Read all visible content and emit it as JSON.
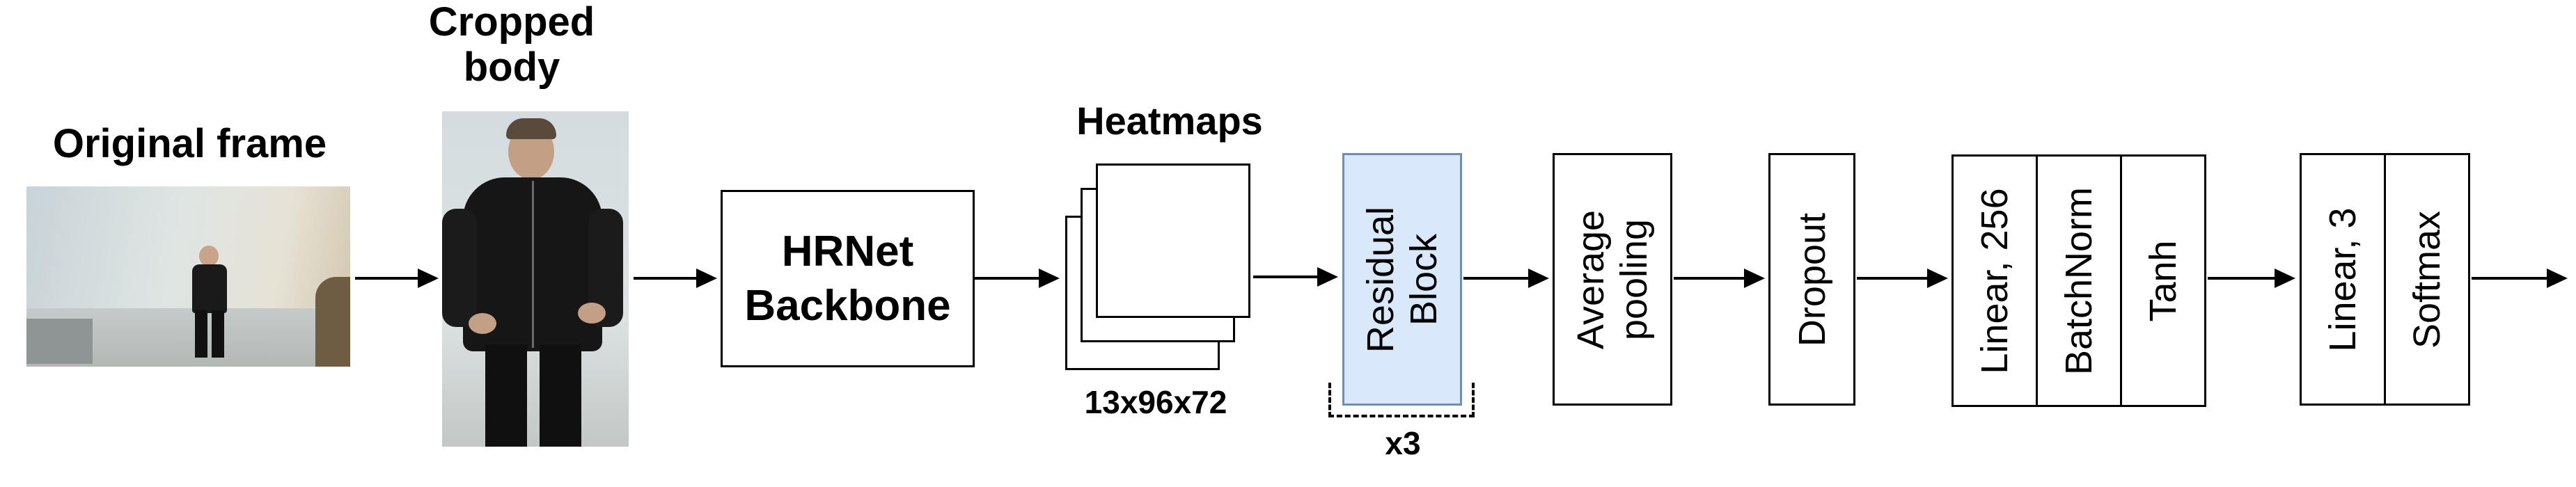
{
  "original": {
    "title": "Original frame"
  },
  "cropped": {
    "title_line1": "Cropped",
    "title_line2": "body"
  },
  "hrnet": {
    "line1": "HRNet",
    "line2": "Backbone"
  },
  "heatmaps": {
    "title": "Heatmaps",
    "size": "13x96x72"
  },
  "residual": {
    "line1": "Residual",
    "line2": "Block",
    "repeat": "x3",
    "fill": "#dae8fc",
    "stroke": "#6c8ebf"
  },
  "pooling": {
    "line1": "Average",
    "line2": "pooling"
  },
  "dropout": {
    "label": "Dropout"
  },
  "dense1": {
    "linear": "Linear, 256",
    "norm": "BatchNorm",
    "act": "Tanh"
  },
  "dense2": {
    "linear": "Linear, 3",
    "act": "Softmax"
  }
}
